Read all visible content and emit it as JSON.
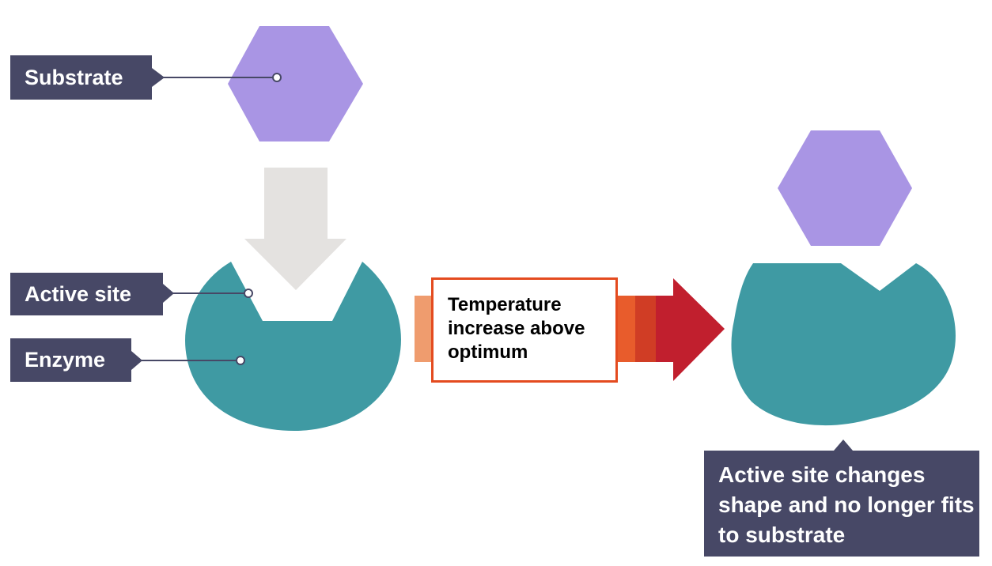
{
  "labels": {
    "substrate": "Substrate",
    "active_site": "Active site",
    "enzyme": "Enzyme",
    "temperature": "Temperature increase above optimum",
    "result": "Active site changes shape and no longer fits to substrate"
  },
  "colors": {
    "substrate": "#a995e4",
    "enzyme": "#3f9aa3",
    "label_background": "#474866",
    "arrow_down": "#e4e2e0",
    "temp_border": "#e44b1f",
    "heat_gradient": [
      "#ef9c6e",
      "#e85c2c",
      "#d03d25",
      "#c11f2e"
    ]
  }
}
